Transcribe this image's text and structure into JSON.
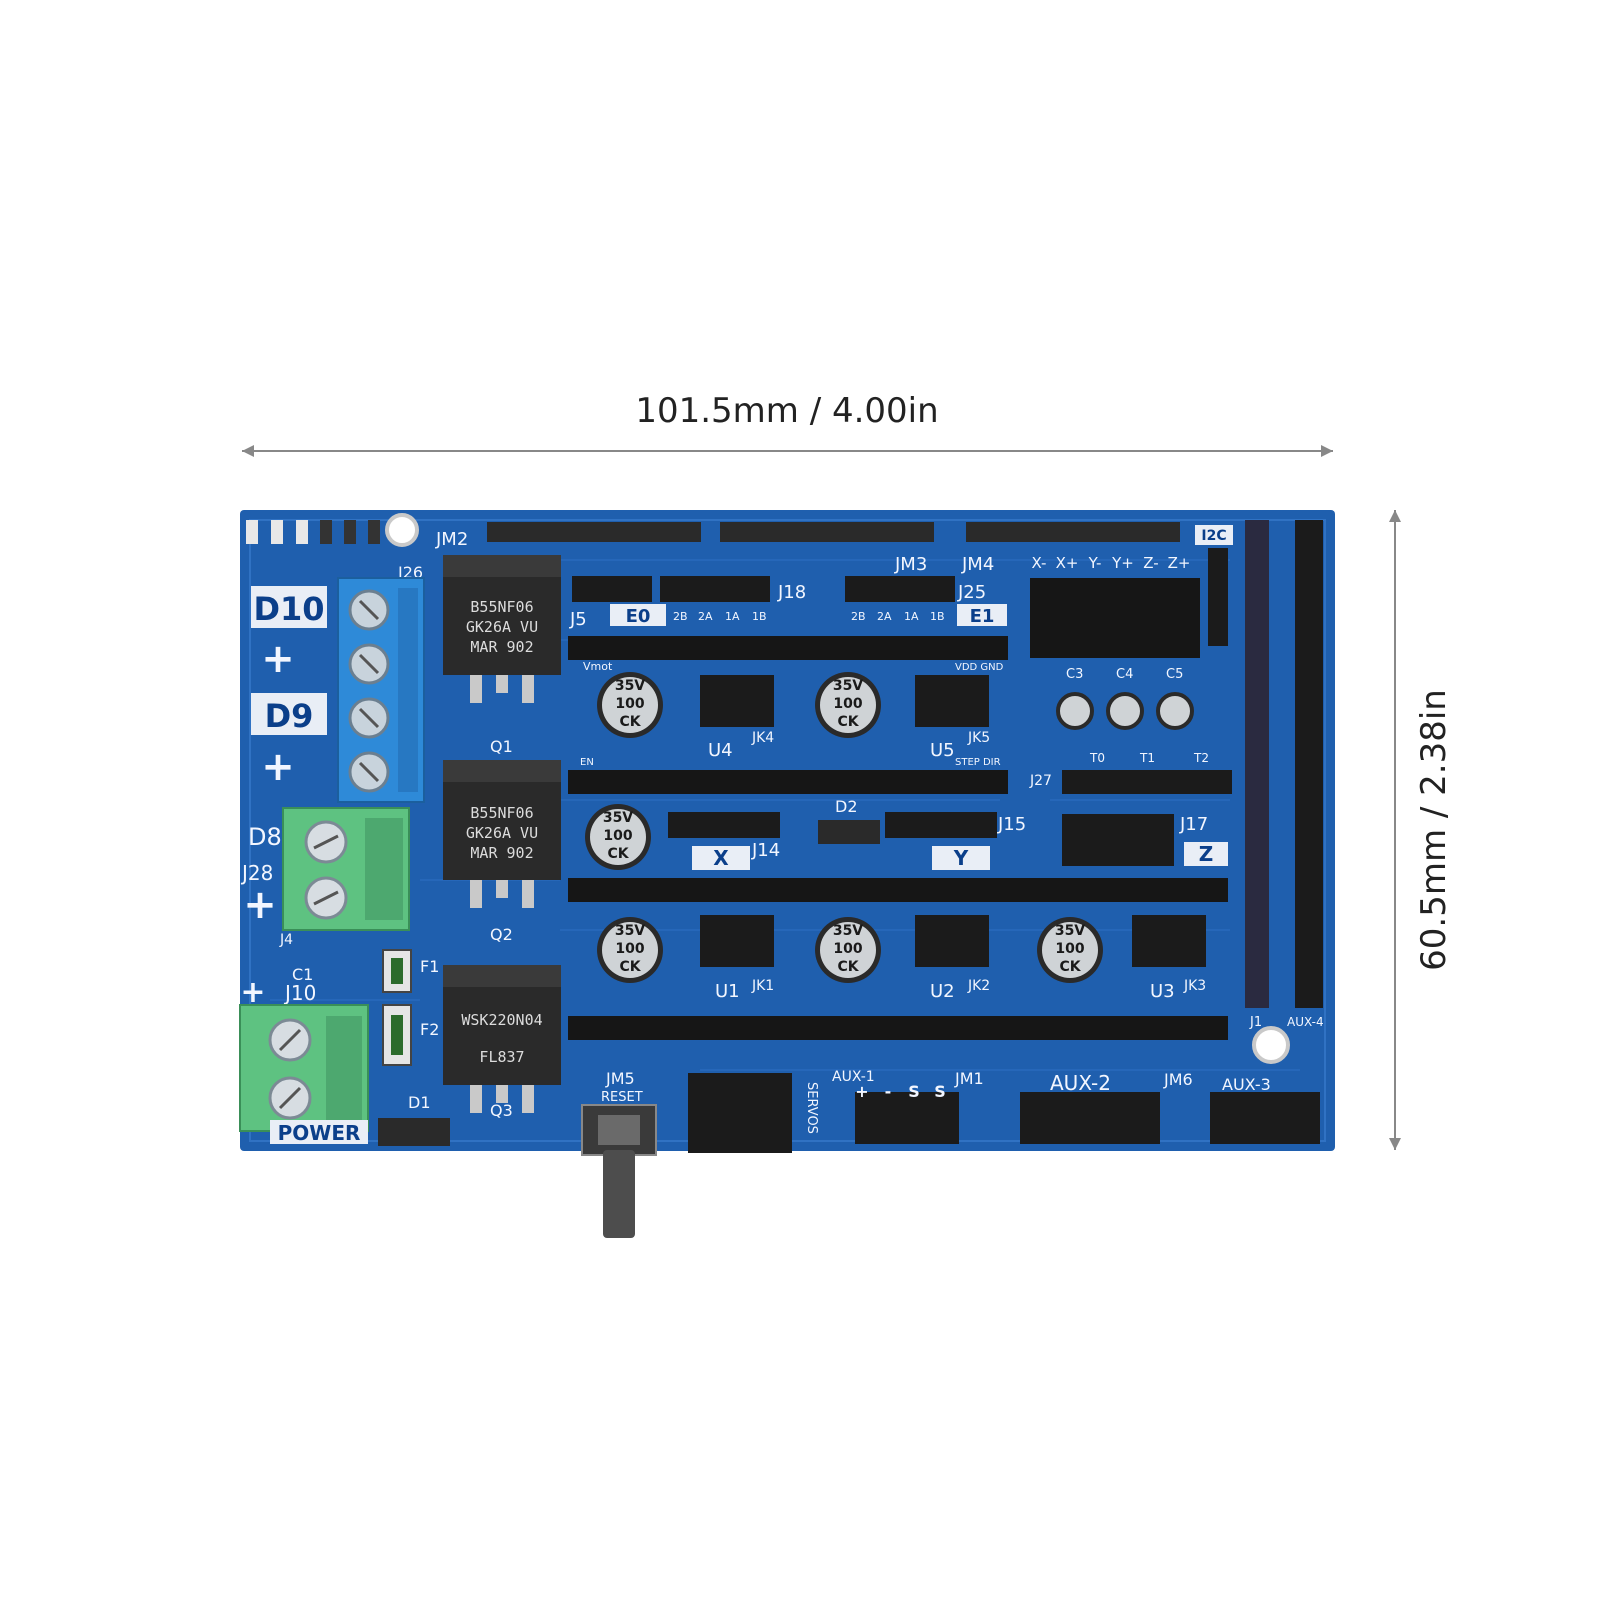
{
  "dimensions": {
    "width_label": "101.5mm / 4.00in",
    "height_label": "60.5mm / 2.38in"
  },
  "board": {
    "labels": {
      "d10": "D10",
      "d9": "D9",
      "d8": "D8",
      "plus": "+",
      "j26": "J26",
      "j28": "J28",
      "j10": "J10",
      "j4": "J4",
      "c1": "C1",
      "f1": "F1",
      "f2": "F2",
      "d1": "D1",
      "power": "POWER",
      "jm2": "JM2",
      "jm3": "JM3",
      "jm4": "JM4",
      "jm5": "JM5",
      "jm1": "JM1",
      "jm6": "JM6",
      "reset": "RESET",
      "servos": "SERVOS",
      "aux1": "AUX-1",
      "aux2": "AUX-2",
      "aux3": "AUX-3",
      "aux4": "AUX-4",
      "j1": "J1",
      "i2c": "I2C",
      "j5": "J5",
      "j18": "J18",
      "j25": "J25",
      "j14": "J14",
      "j15": "J15",
      "j17": "J17",
      "j27": "J27",
      "d2": "D2",
      "e0": "E0",
      "e1": "E1",
      "x": "X",
      "y": "Y",
      "z": "Z",
      "q1": "Q1",
      "q2": "Q2",
      "q3": "Q3",
      "u1": "U1",
      "u2": "U2",
      "u3": "U3",
      "u4": "U4",
      "u5": "U5",
      "jk1": "JK1",
      "jk2": "JK2",
      "jk3": "JK3",
      "jk4": "JK4",
      "jk5": "JK5",
      "t0": "T0",
      "t1": "T1",
      "t2": "T2",
      "c3": "C3",
      "c4": "C4",
      "c5": "C5",
      "endstops": [
        "X-",
        "X+",
        "Y-",
        "Y+",
        "Z-",
        "Z+"
      ],
      "coils": [
        "2B",
        "2A",
        "1A",
        "1B"
      ],
      "vmot": "Vmot",
      "vdd_gnd": "VDD GND",
      "step_dir": "STEP DIR",
      "en": "EN",
      "servo_pins": [
        "+",
        "-",
        "S",
        "S"
      ]
    },
    "chips": {
      "q1_line1": "B55NF06",
      "q1_line2": "GK26A VU",
      "q1_line3": "MAR 902",
      "q2_line1": "B55NF06",
      "q2_line2": "GK26A VU",
      "q2_line3": "MAR 902",
      "q3_line1": "WSK220N04",
      "q3_line2": "FL837"
    },
    "capacitor": {
      "line1": "35V",
      "line2": "100",
      "line3": "CK"
    }
  },
  "colors": {
    "pcb": "#1f5fae",
    "pcb_dark": "#15488a",
    "terminal_blue": "#2e8ad8",
    "terminal_green": "#5ec281",
    "header": "#1b1b1b",
    "mosfet": "#2a2a2a"
  }
}
